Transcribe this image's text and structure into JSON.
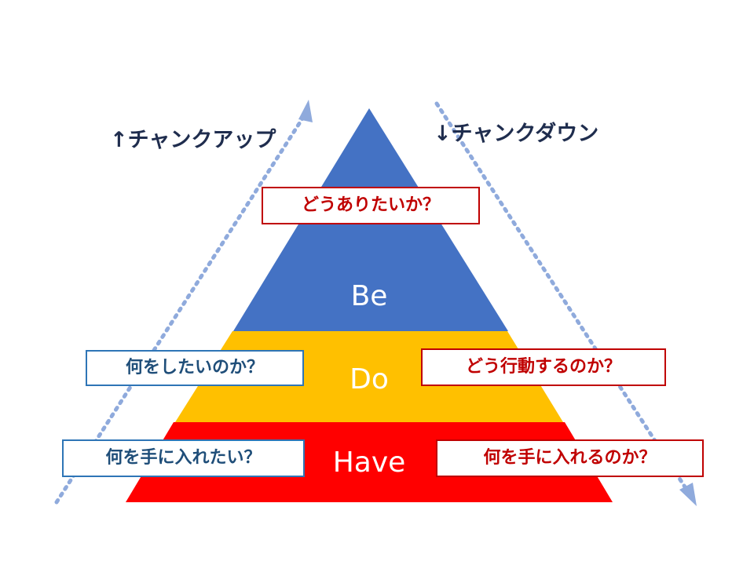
{
  "headings": {
    "chunk_up": "↑チャンクアップ",
    "chunk_down": "↓チャンクダウン"
  },
  "tiers": [
    {
      "label": "Be",
      "color": "#4472c4"
    },
    {
      "label": "Do",
      "color": "#ffc000"
    },
    {
      "label": "Have",
      "color": "#ff0000"
    }
  ],
  "questions": {
    "be": "どうありたいか？",
    "do_want": "何をしたいのか？",
    "do_how": "どう行動するのか？",
    "have_want": "何を手に入れたい？",
    "have_how": "何を手に入れるのか？"
  },
  "colors": {
    "arrow": "#8faadc",
    "box_red": "#c00000",
    "box_blue": "#2e75b6"
  }
}
